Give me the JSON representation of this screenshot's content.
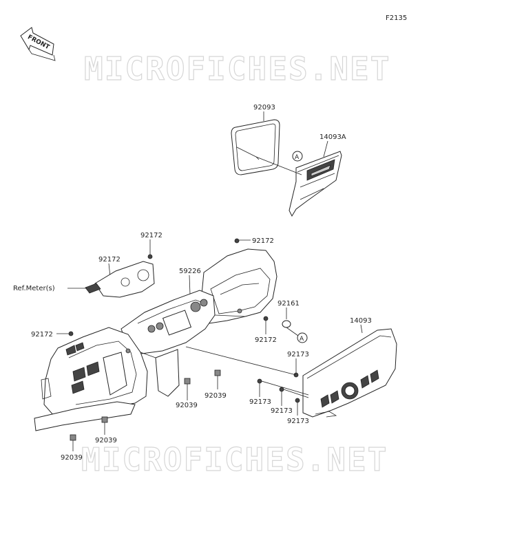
{
  "figure_code": "F2135",
  "front_label": "FRONT",
  "watermark": "MICROFICHES.NET",
  "callouts": [
    {
      "id": "c-92093",
      "text": "92093"
    },
    {
      "id": "c-14093A",
      "text": "14093A"
    },
    {
      "id": "c-A-top",
      "text": "A"
    },
    {
      "id": "c-92172-a",
      "text": "92172"
    },
    {
      "id": "c-92172-b",
      "text": "92172"
    },
    {
      "id": "c-92172-c",
      "text": "92172"
    },
    {
      "id": "c-refmeter",
      "text": "Ref.Meter(s)"
    },
    {
      "id": "c-59226",
      "text": "59226"
    },
    {
      "id": "c-92161",
      "text": "92161"
    },
    {
      "id": "c-A-bottom",
      "text": "A"
    },
    {
      "id": "c-92172-d",
      "text": "92172"
    },
    {
      "id": "c-14093",
      "text": "14093"
    },
    {
      "id": "c-92172-e",
      "text": "92172"
    },
    {
      "id": "c-92173-a",
      "text": "92173"
    },
    {
      "id": "c-92039-a",
      "text": "92039"
    },
    {
      "id": "c-92039-b",
      "text": "92039"
    },
    {
      "id": "c-92173-b",
      "text": "92173"
    },
    {
      "id": "c-92173-c",
      "text": "92173"
    },
    {
      "id": "c-92173-d",
      "text": "92173"
    },
    {
      "id": "c-92039-c",
      "text": "92039"
    },
    {
      "id": "c-92039-d",
      "text": "92039"
    }
  ]
}
